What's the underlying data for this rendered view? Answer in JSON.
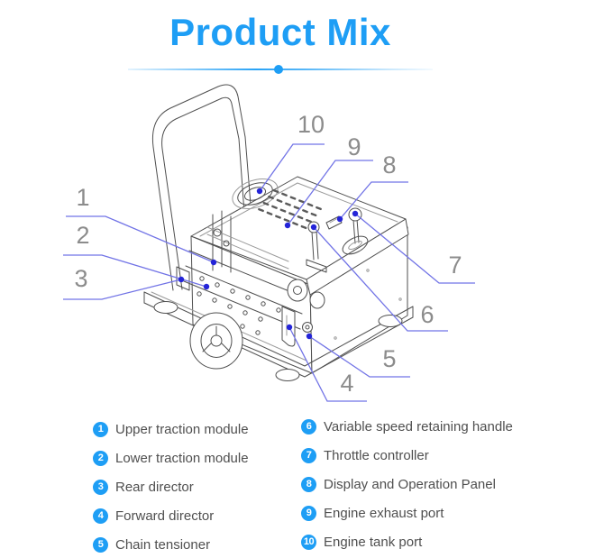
{
  "title": "Product Mix",
  "colors": {
    "accent": "#1E9EF5",
    "leader_line": "#7173E6",
    "leader_dot": "#2424D8",
    "callout_number": "#8C8C8C",
    "legend_text": "#4F4F4F",
    "line_art": "#4F4F4F"
  },
  "legend": {
    "items": [
      {
        "num": "1",
        "label": "Upper traction module"
      },
      {
        "num": "2",
        "label": "Lower traction module"
      },
      {
        "num": "3",
        "label": "Rear director"
      },
      {
        "num": "4",
        "label": "Forward director"
      },
      {
        "num": "5",
        "label": "Chain tensioner"
      },
      {
        "num": "6",
        "label": "Variable speed retaining handle"
      },
      {
        "num": "7",
        "label": "Throttle controller"
      },
      {
        "num": "8",
        "label": "Display and Operation Panel"
      },
      {
        "num": "9",
        "label": "Engine exhaust port"
      },
      {
        "num": "10",
        "label": "Engine tank port"
      }
    ]
  }
}
